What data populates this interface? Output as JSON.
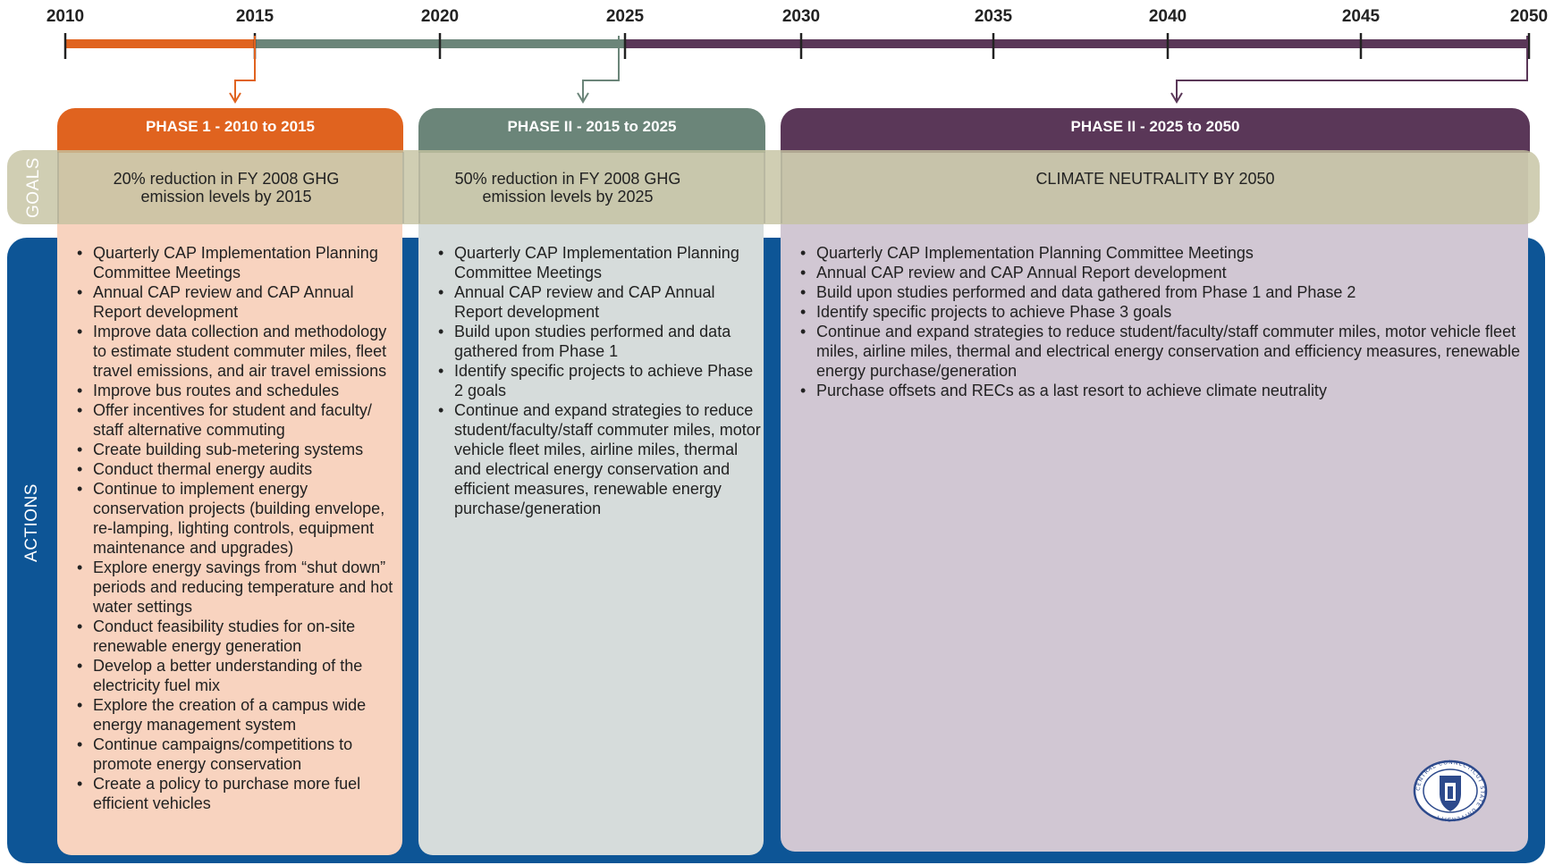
{
  "timeline": {
    "years": [
      "2010",
      "2015",
      "2020",
      "2025",
      "2030",
      "2035",
      "2040",
      "2045",
      "2050"
    ],
    "segment_colors": [
      "#e0631f",
      "#6b8579",
      "#5a3758"
    ]
  },
  "labels": {
    "goals": "GOALS",
    "actions": "ACTIONS"
  },
  "phases": [
    {
      "title": "PHASE 1 - 2010 to 2015",
      "header_color": "#e0631f",
      "body_color": "#f8d3bf",
      "goal": "20% reduction in FY 2008 GHG emission levels by 2015",
      "actions": [
        "Quarterly CAP Implementation Planning Committee Meetings",
        "Annual CAP review and CAP Annual Report development",
        "Improve data collection and methodology to estimate student commuter miles, fleet travel emissions, and air travel emissions",
        "Improve bus routes and schedules",
        "Offer incentives for student and faculty/ staff alternative commuting",
        "Create building sub-metering systems",
        "Conduct thermal energy audits",
        "Continue to implement energy conservation projects (building envelope, re-lamping, lighting controls, equipment maintenance and upgrades)",
        "Explore energy savings from “shut down” periods and reducing temperature and hot water settings",
        "Conduct feasibility studies for on-site renewable energy generation",
        "Develop a better understanding of the electricity fuel mix",
        "Explore the creation of a campus wide energy management system",
        "Continue campaigns/competitions to promote energy conservation",
        "Create a policy to purchase more fuel efficient vehicles"
      ]
    },
    {
      "title": "PHASE II - 2015 to 2025",
      "header_color": "#6b8579",
      "body_color": "#d6dcdb",
      "goal": "50% reduction in FY 2008 GHG emission levels by 2025",
      "actions": [
        "Quarterly CAP Implementation Planning Committee Meetings",
        "Annual CAP review and CAP Annual Report development",
        "Build upon studies performed and data gathered from Phase 1",
        "Identify specific projects to achieve Phase 2 goals",
        "Continue and expand strategies to reduce student/faculty/staff commuter miles, motor vehicle fleet miles, airline miles, thermal and electrical energy conservation and efficient measures, renewable energy purchase/generation"
      ]
    },
    {
      "title": "PHASE II - 2025 to 2050",
      "header_color": "#5a3758",
      "body_color": "#d1c7d3",
      "goal": "CLIMATE NEUTRALITY BY 2050",
      "actions": [
        "Quarterly CAP Implementation Planning Committee Meetings",
        "Annual CAP review and CAP Annual Report development",
        "Build upon studies performed and data gathered from Phase 1 and Phase 2",
        "Identify specific projects to achieve Phase 3 goals",
        "Continue and expand strategies to reduce student/faculty/staff commuter miles, motor vehicle fleet miles, airline miles, thermal and electrical energy conservation and efficiency measures, renewable energy purchase/generation",
        "Purchase offsets and RECs as a last resort to achieve climate neutrality"
      ]
    }
  ],
  "seal": {
    "text": "CENTRAL CONNECTICUT STATE UNIVERSITY",
    "color": "#2d4a8c"
  }
}
